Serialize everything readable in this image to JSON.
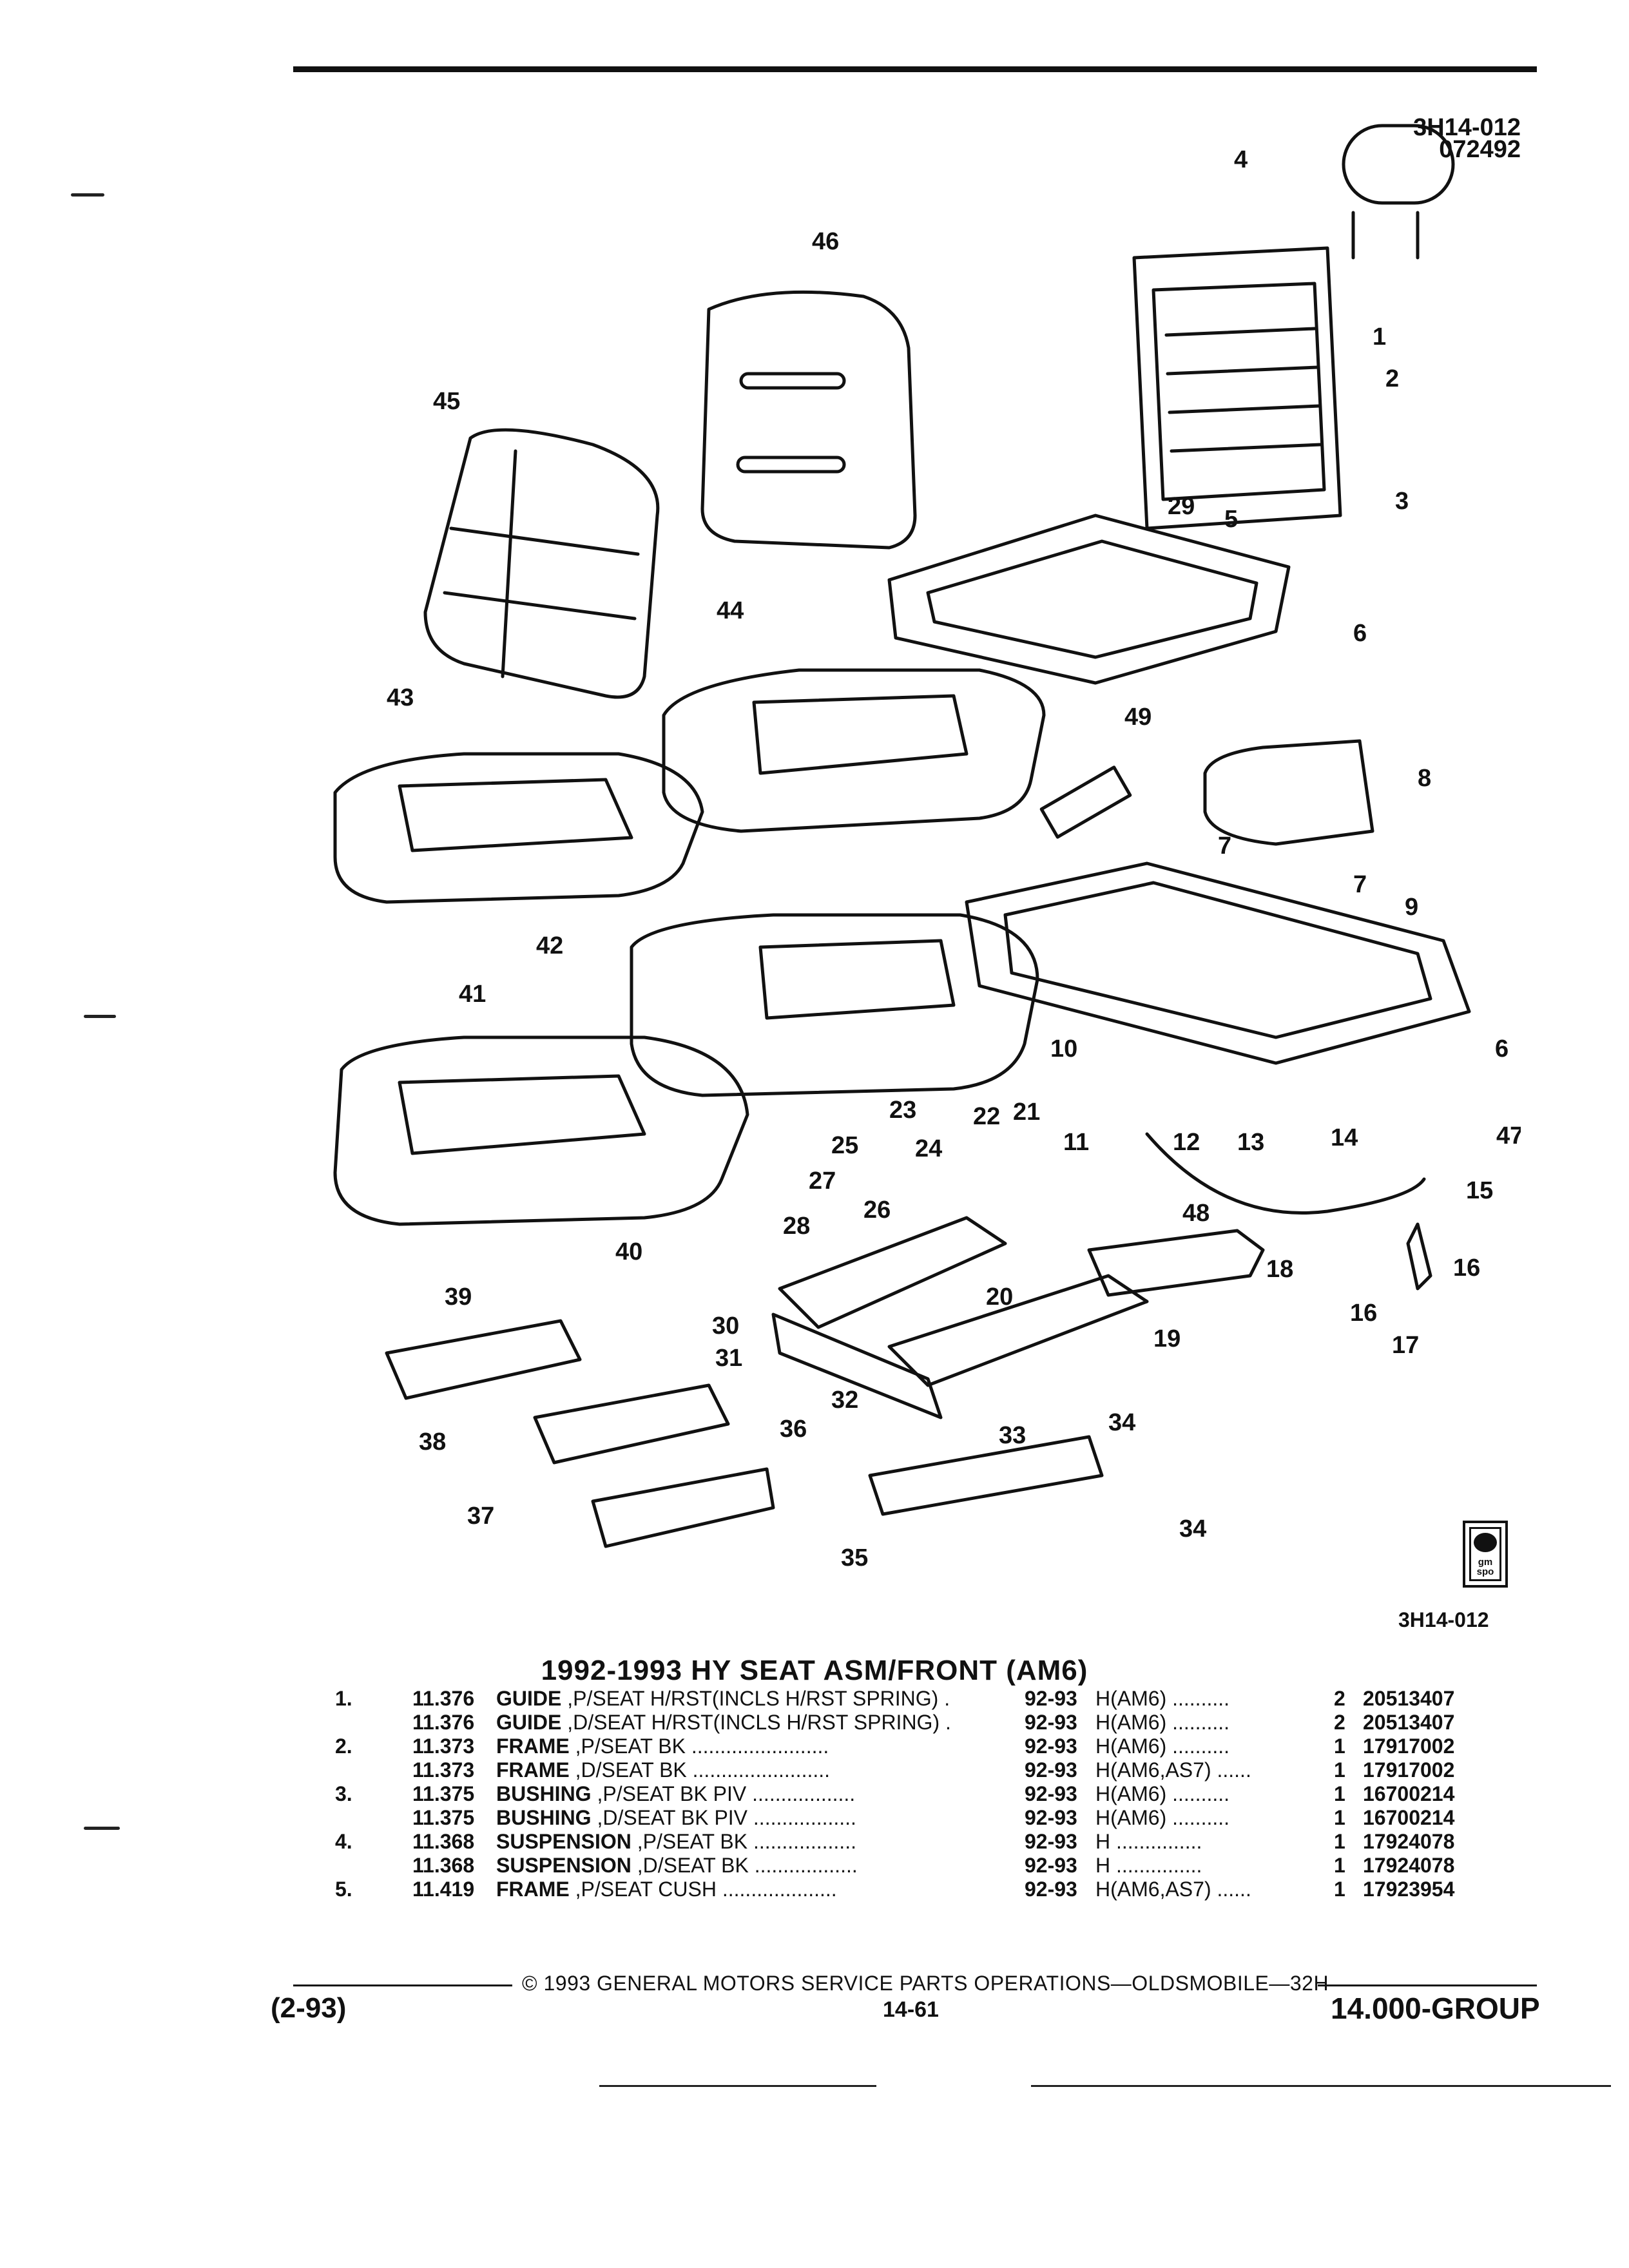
{
  "figure": {
    "id_top": "3H14-012",
    "date_code": "072492",
    "id_bottom": "3H14-012",
    "callouts": [
      "1",
      "2",
      "3",
      "4",
      "5",
      "6",
      "6",
      "7",
      "7",
      "8",
      "9",
      "10",
      "11",
      "12",
      "13",
      "14",
      "15",
      "16",
      "16",
      "17",
      "18",
      "19",
      "20",
      "21",
      "22",
      "23",
      "24",
      "25",
      "26",
      "27",
      "28",
      "29",
      "30",
      "31",
      "32",
      "33",
      "34",
      "34",
      "35",
      "36",
      "37",
      "38",
      "39",
      "40",
      "41",
      "42",
      "43",
      "44",
      "45",
      "46",
      "47",
      "48",
      "49"
    ],
    "logo_text": "gm spo"
  },
  "title": "1992-1993 HY SEAT ASM/FRONT (AM6)",
  "parts": [
    {
      "item": "1.",
      "code": "11.376",
      "name": "GUIDE",
      "detail": " ,P/SEAT H/RST(INCLS H/RST SPRING)  .",
      "years": "92-93",
      "usage": "H(AM6) ..........",
      "qty": "2",
      "part_no": "20513407"
    },
    {
      "item": "",
      "code": "11.376",
      "name": "GUIDE",
      "detail": " ,D/SEAT H/RST(INCLS H/RST SPRING)  .",
      "years": "92-93",
      "usage": "H(AM6) ..........",
      "qty": "2",
      "part_no": "20513407"
    },
    {
      "item": "2.",
      "code": "11.373",
      "name": "FRAME",
      "detail": " ,P/SEAT BK  ........................",
      "years": "92-93",
      "usage": "H(AM6) ..........",
      "qty": "1",
      "part_no": "17917002"
    },
    {
      "item": "",
      "code": "11.373",
      "name": "FRAME",
      "detail": " ,D/SEAT BK  ........................",
      "years": "92-93",
      "usage": "H(AM6,AS7) ......",
      "qty": "1",
      "part_no": "17917002"
    },
    {
      "item": "3.",
      "code": "11.375",
      "name": "BUSHING",
      "detail": " ,P/SEAT BK PIV  ..................",
      "years": "92-93",
      "usage": "H(AM6) ..........",
      "qty": "1",
      "part_no": "16700214"
    },
    {
      "item": "",
      "code": "11.375",
      "name": "BUSHING",
      "detail": " ,D/SEAT BK PIV  ..................",
      "years": "92-93",
      "usage": "H(AM6) ..........",
      "qty": "1",
      "part_no": "16700214"
    },
    {
      "item": "4.",
      "code": "11.368",
      "name": "SUSPENSION",
      "detail": " ,P/SEAT BK  ..................",
      "years": "92-93",
      "usage": "H  ...............",
      "qty": "1",
      "part_no": "17924078"
    },
    {
      "item": "",
      "code": "11.368",
      "name": "SUSPENSION",
      "detail": " ,D/SEAT BK  ..................",
      "years": "92-93",
      "usage": "H  ...............",
      "qty": "1",
      "part_no": "17924078"
    },
    {
      "item": "5.",
      "code": "11.419",
      "name": "FRAME",
      "detail": " ,P/SEAT CUSH  ....................",
      "years": "92-93",
      "usage": "H(AM6,AS7) ......",
      "qty": "1",
      "part_no": "17923954"
    }
  ],
  "footer": {
    "copyright": "© 1993 GENERAL MOTORS SERVICE PARTS OPERATIONS—OLDSMOBILE—32H",
    "date": "(2-93)",
    "page": "14-61",
    "group": "14.000-GROUP"
  }
}
